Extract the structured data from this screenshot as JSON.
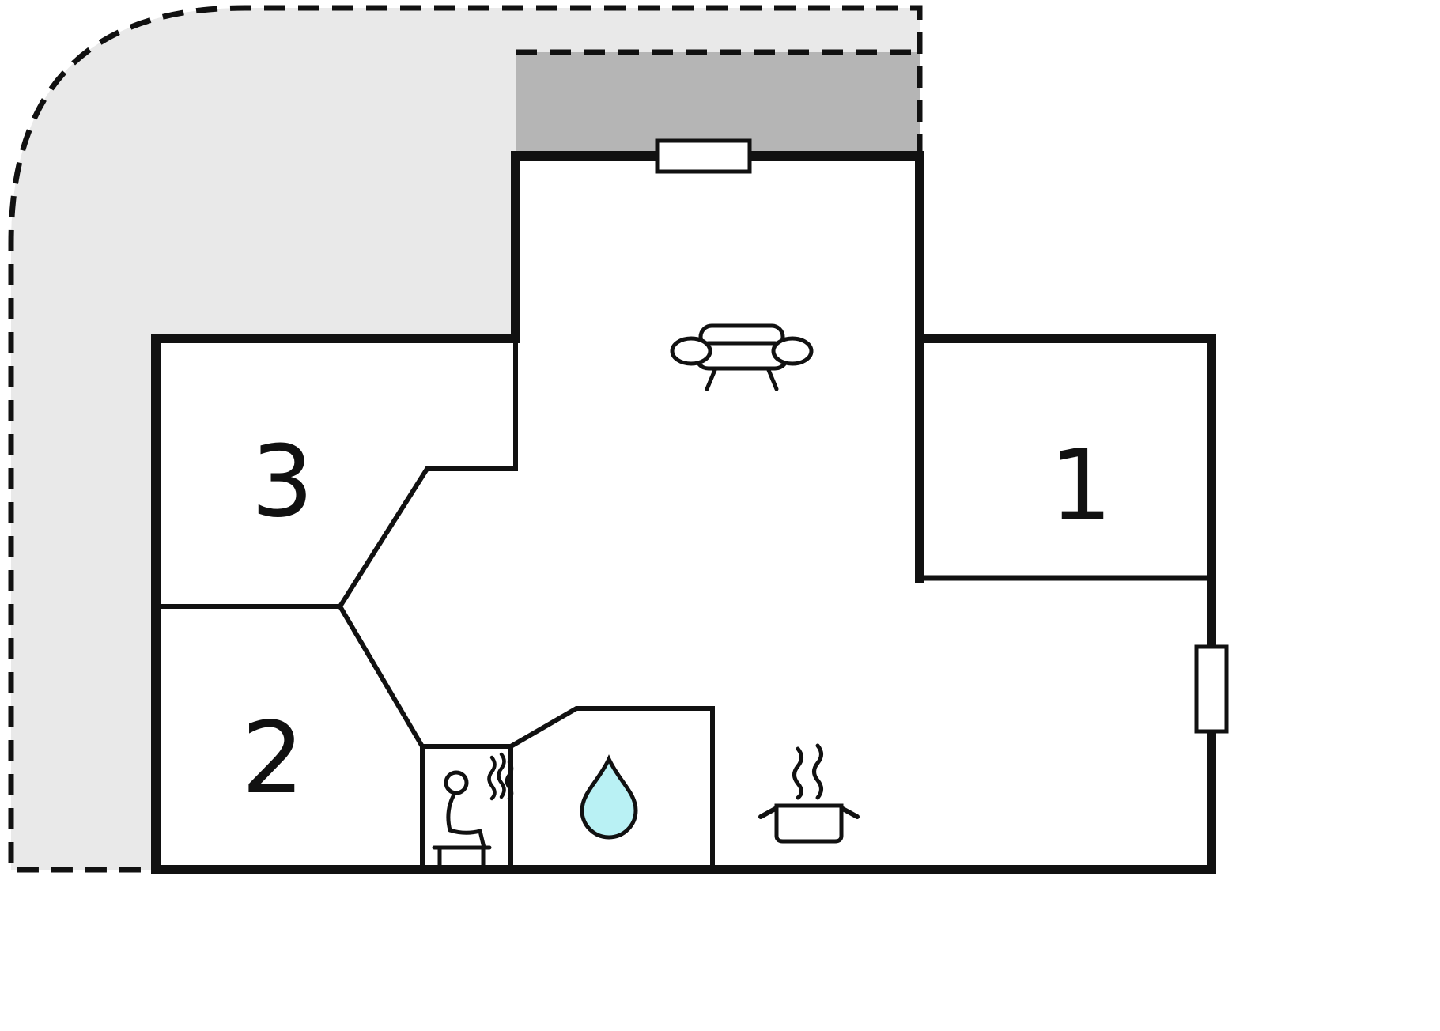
{
  "diagram": {
    "type": "floor-plan",
    "rooms": {
      "room1": {
        "label": "1"
      },
      "room2": {
        "label": "2"
      },
      "room3": {
        "label": "3"
      }
    },
    "icons": {
      "sofa": "sofa-icon",
      "sauna": "sauna-icon",
      "water_drop": "water-drop-icon",
      "cooking_pot": "cooking-pot-icon"
    },
    "colors": {
      "background": "#ffffff",
      "wall": "#111111",
      "terrace": "#e9e9e9",
      "terrace_covered": "#b5b5b5",
      "water_drop_fill": "#b9f1f4",
      "window_fill": "#ffffff"
    }
  }
}
